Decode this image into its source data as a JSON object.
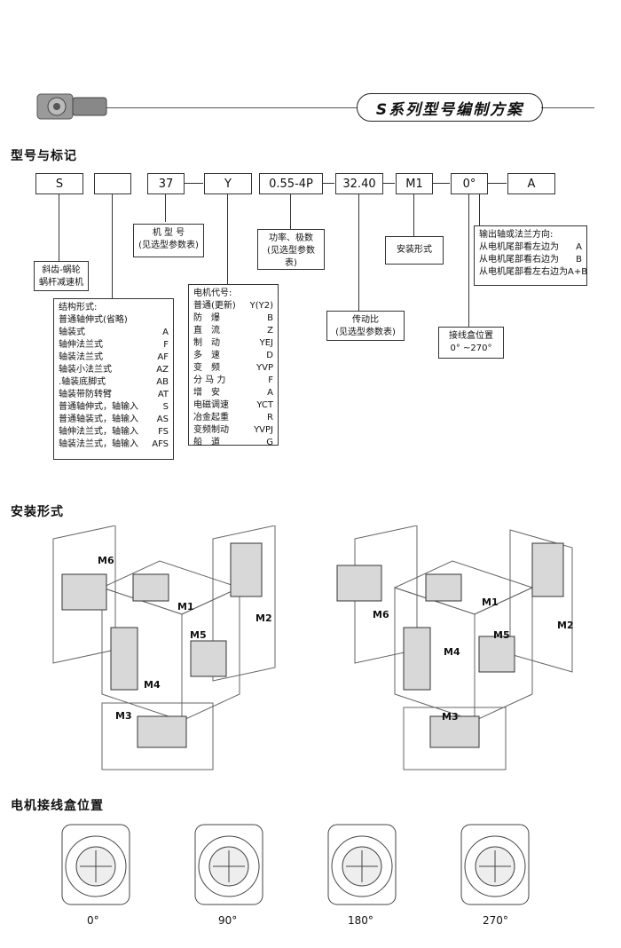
{
  "header": {
    "title": "S系列型号编制方案"
  },
  "sections": {
    "model": "型号与标记",
    "mounting": "安装形式",
    "terminal": "电机接线盒位置"
  },
  "code_boxes": [
    "S",
    "",
    "37",
    "Y",
    "0.55-4P",
    "32.40",
    "M1",
    "0°",
    "A"
  ],
  "notes": {
    "type": [
      "斜齿-蜗轮",
      "蜗杆减速机"
    ],
    "frame": [
      "机 型 号",
      "(见选型参数表)"
    ],
    "power": [
      "功率、极数",
      "(见选型参数表)"
    ],
    "mount": "安装形式",
    "output": {
      "title": "输出轴或法兰方向:",
      "rows": [
        [
          "从电机尾部看左边为",
          "A"
        ],
        [
          "从电机尾部看右边为",
          "B"
        ],
        [
          "从电机尾部看左右边为",
          "A+B"
        ]
      ]
    },
    "structure": {
      "title": "结构形式:",
      "rows": [
        [
          "普通轴伸式(省略)",
          ""
        ],
        [
          "轴装式",
          "A"
        ],
        [
          "轴伸法兰式",
          "F"
        ],
        [
          "轴装法兰式",
          "AF"
        ],
        [
          "轴装小法兰式",
          "AZ"
        ],
        [
          ".轴装底脚式",
          "AB"
        ],
        [
          "轴装带防转臂",
          "AT"
        ],
        [
          "普通轴伸式，轴输入",
          "S"
        ],
        [
          "普通轴装式，轴输入",
          "AS"
        ],
        [
          "轴伸法兰式，轴输入",
          "FS"
        ],
        [
          "轴装法兰式，轴输入",
          "AFS"
        ]
      ]
    },
    "motor": {
      "title": "电机代号:",
      "rows": [
        [
          "普通(更新)",
          "Y(Y2)"
        ],
        [
          "防　爆",
          "B"
        ],
        [
          "直　流",
          "Z"
        ],
        [
          "制　动",
          "YEJ"
        ],
        [
          "多　速",
          "D"
        ],
        [
          "变　频",
          "YVP"
        ],
        [
          "分 马 力",
          "F"
        ],
        [
          "增　安",
          "A"
        ],
        [
          "电磁调速",
          "YCT"
        ],
        [
          "冶金起重",
          "R"
        ],
        [
          "变频制动",
          "YVPJ"
        ],
        [
          "船　道",
          "G"
        ]
      ]
    },
    "ratio": [
      "传动比",
      "(见选型参数表)"
    ],
    "terminal_pos": [
      "接线盒位置",
      "0° ~270°"
    ]
  },
  "mounting_labels": {
    "left": [
      "M6",
      "M1",
      "M2",
      "M5",
      "M4",
      "M3"
    ],
    "right": [
      "M6",
      "M1",
      "M2",
      "M5",
      "M4",
      "M3"
    ]
  },
  "positions": [
    "0°",
    "90°",
    "180°",
    "270°"
  ]
}
